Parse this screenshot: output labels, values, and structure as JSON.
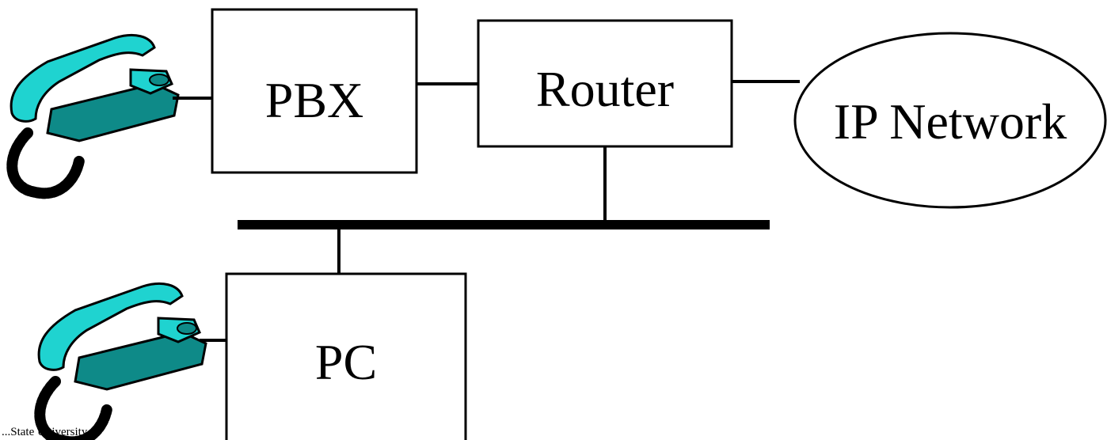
{
  "nodes": {
    "pbx": {
      "label": "PBX"
    },
    "router": {
      "label": "Router"
    },
    "ip_network": {
      "label": "IP Network"
    },
    "pc": {
      "label": "PC"
    }
  },
  "footer": {
    "text": "...State University"
  },
  "icons": {
    "top_phone": "telephone-handset-icon",
    "bottom_phone": "telephone-handset-icon"
  },
  "colors": {
    "handset_light": "#1fd3d0",
    "handset_dark": "#0e8a88",
    "cord": "#000000",
    "line": "#000000",
    "background": "#ffffff"
  }
}
